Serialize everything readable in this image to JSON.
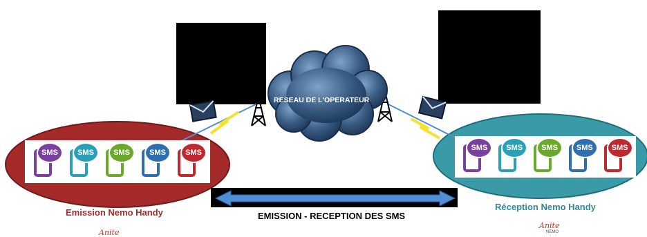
{
  "cloud": {
    "label": "RESEAU DE L'OPERATEUR"
  },
  "left": {
    "title": "Emission Nemo Handy",
    "logo": "Anite",
    "color": "#a52a2a"
  },
  "right": {
    "title": "Réception Nemo Handy",
    "logo": "Anite",
    "logo_sub": "NEMO",
    "color": "#2e8b9a"
  },
  "arrow": {
    "label": "EMISSION - RECEPTION DES SMS",
    "color": "#4f8fd6"
  },
  "sms_badges": [
    {
      "text": "SMS",
      "color": "#7b3f9e"
    },
    {
      "text": "SMS",
      "color": "#2aa0b8"
    },
    {
      "text": "SMS",
      "color": "#6aaa2a"
    },
    {
      "text": "SMS",
      "color": "#2f6fb0"
    },
    {
      "text": "SMS",
      "color": "#c0282d"
    }
  ]
}
